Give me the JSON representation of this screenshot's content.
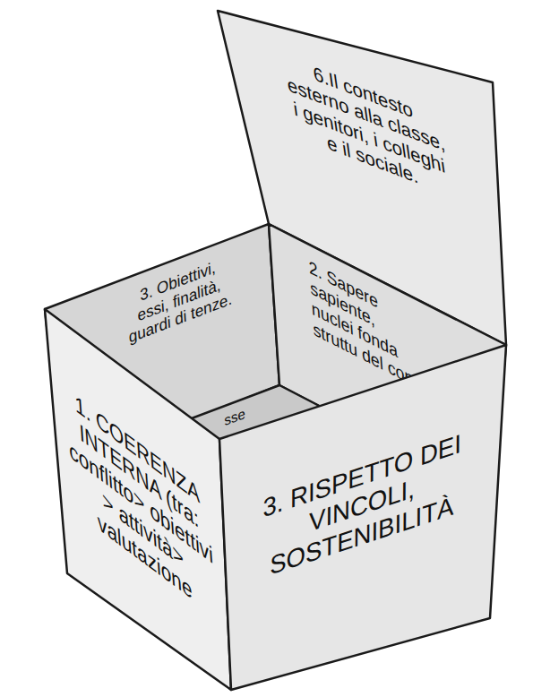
{
  "diagram": {
    "nodes": [
      {
        "text": [
          "6.Il contesto esterno alla classe, i genitori, i colleghi e il sociale."
        ]
      },
      {
        "text": [
          "3. Obiettivi, essi, finalità, guardi di tenze."
        ]
      },
      {
        "text": [
          "2. Sapere sapiente, nuclei fonda struttu del con"
        ]
      },
      {
        "text": [
          "sse"
        ]
      },
      {
        "text": [
          "1. COERENZA INTERNA (tra: conflitto> obiettivi > attività> valutazione"
        ]
      },
      {
        "text": [
          "3. RISPETTO DEI VINCOLI, SOSTENIBILITÀ"
        ]
      }
    ]
  }
}
